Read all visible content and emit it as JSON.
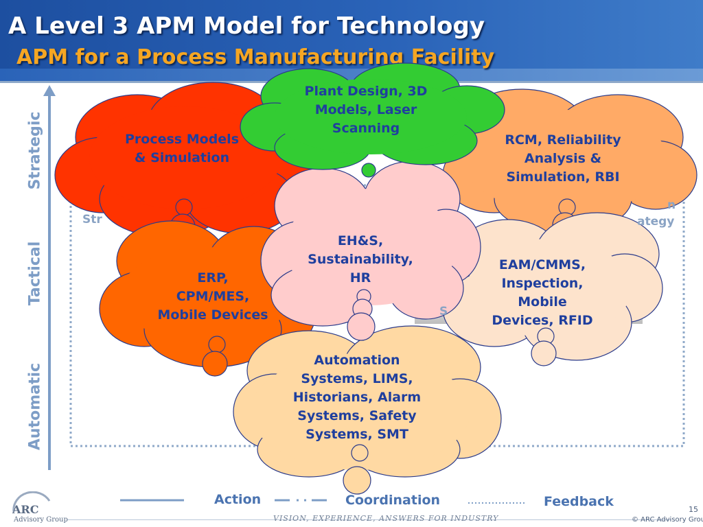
{
  "slide": {
    "title": "A Level 3 APM Model for Technology",
    "subtitle": "APM for a Process Manufacturing Facility",
    "page_number": "15"
  },
  "axis": {
    "strategic": "Strategic",
    "tactical": "Tactical",
    "automatic": "Automatic"
  },
  "clouds": {
    "process_models": "Process Models\n& Simulation",
    "plant_design": "Plant Design, 3D\nModels, Laser\nScanning",
    "rcm": "RCM, Reliability\nAnalysis &\nSimulation, RBI",
    "ehs": "EH&S,\nSustainability,\nHR",
    "erp": "ERP,\nCPM/MES,\nMobile Devices",
    "eam": "EAM/CMMS,\nInspection,\nMobile\nDevices, RFID",
    "automation": "Automation\nSystems,  LIMS,\nHistorians, Alarm\nSystems, Safety\nSystems, SMT"
  },
  "background_fragments": {
    "left_str": "Str",
    "right_n": "n",
    "right_ategy": "ategy",
    "left_s": "S"
  },
  "legend": {
    "action": "Action",
    "coordination": "Coordination",
    "feedback": "Feedback"
  },
  "footer": {
    "tagline": "VISION, EXPERIENCE, ANSWERS FOR INDUSTRY",
    "copyright": "© ARC Advisory Group",
    "logo_text": "ARC",
    "logo_subtext": "Advisory Group"
  },
  "colors": {
    "header_blue": "#2a63b8",
    "subtitle_orange": "#f5a623",
    "process_models_red": "#ff3300",
    "plant_design_green": "#33cc33",
    "rcm_orange": "#ffaa66",
    "ehs_pink": "#ffcccc",
    "erp_orange": "#ff6600",
    "eam_peach": "#fde3cc",
    "automation_tan": "#ffd9a3",
    "cloud_text_blue": "#1f3f9e"
  }
}
